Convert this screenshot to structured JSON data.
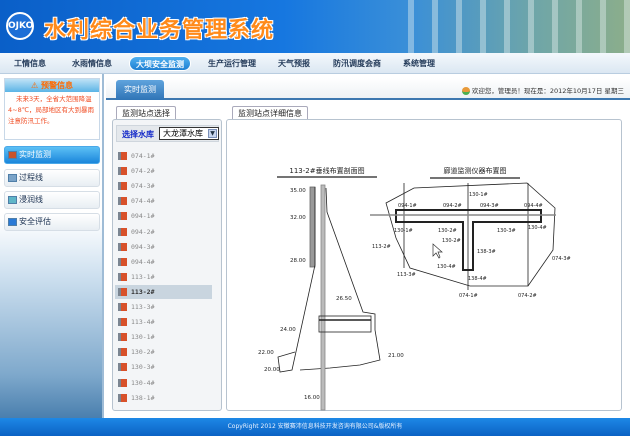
{
  "header": {
    "logo_text": "OJKO",
    "title": "水利综合业务管理系统"
  },
  "nav": {
    "items": [
      {
        "label": "工情信息"
      },
      {
        "label": "水雨情信息"
      },
      {
        "label": "大坝安全监测",
        "active": true
      },
      {
        "label": "生产运行管理"
      },
      {
        "label": "天气预报"
      },
      {
        "label": "防汛调度会商"
      },
      {
        "label": "系统管理"
      }
    ]
  },
  "sidebar": {
    "warning_title": "预警信息",
    "warning_text": "未来3天，全省大范围降温4~8℃，局部地区有大到暴雨注意防汛工作。",
    "items": [
      {
        "label": "实时监测",
        "icon": "monitor-icon",
        "active": true
      },
      {
        "label": "过程线",
        "icon": "chart-icon"
      },
      {
        "label": "浸润线",
        "icon": "lines-icon"
      },
      {
        "label": "安全评估",
        "icon": "assessment-icon"
      }
    ]
  },
  "main": {
    "tab": "实时监测",
    "welcome": "欢迎您，管理员！现在是：2012年10月17日 星期三",
    "station_panel": {
      "title": "监测站点选择",
      "select_label": "选择水库",
      "select_value": "大龙潭水库",
      "stations": [
        "074-1#",
        "074-2#",
        "074-3#",
        "074-4#",
        "094-1#",
        "094-2#",
        "094-3#",
        "094-4#",
        "113-1#",
        "113-2#",
        "113-3#",
        "113-4#",
        "130-1#",
        "130-2#",
        "130-3#",
        "130-4#",
        "138-1#"
      ],
      "selected": "113-2#"
    },
    "detail_panel": {
      "title": "监测站点详细信息",
      "section_title": "113-2#垂线布置剖面图",
      "section_elevations": [
        "35.00",
        "32.00",
        "28.00",
        "26.50",
        "24.00",
        "22.00",
        "20.00",
        "21.00",
        "16.00"
      ],
      "plan_title": "廊道监测仪器布置图",
      "plan_labels": [
        "130-1#",
        "094-1#",
        "094-2#",
        "094-3#",
        "094-4#",
        "130-1#",
        "130-2#",
        "130-3#",
        "130-4#",
        "130-2#",
        "138-3#",
        "130-4#",
        "138-4#",
        "113-2#",
        "113-3#",
        "074-1#",
        "074-2#",
        "074-3#"
      ]
    }
  },
  "footer": {
    "text": "CopyRight 2012 安徽赛沛信息科技开发咨询有限公司&版权所有"
  },
  "colors": {
    "brand_blue": "#1677e0",
    "title_orange": "#ff8a1a",
    "warning_red": "#f04a20",
    "select_label_blue": "#1228c8"
  }
}
